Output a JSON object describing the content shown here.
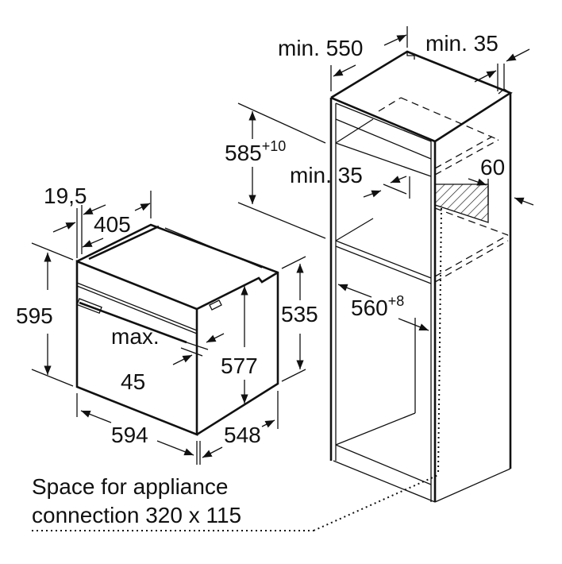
{
  "oven": {
    "depth_panel": "19,5",
    "top_depth": "405",
    "height": "595",
    "inner_height": "535",
    "door_gap_label": "max.",
    "door_gap_value": "45",
    "side_height": "577",
    "width": "594",
    "depth": "548"
  },
  "cabinet": {
    "min_depth": "min. 550",
    "min_back_gap": "min. 35",
    "niche_height": "585",
    "niche_height_tol": "+10",
    "min_shelf_gap": "min. 35",
    "vent": "60",
    "niche_width": "560",
    "niche_width_tol": "+8"
  },
  "note": {
    "line1": "Space for appliance",
    "line2": "connection 320 x 115"
  }
}
